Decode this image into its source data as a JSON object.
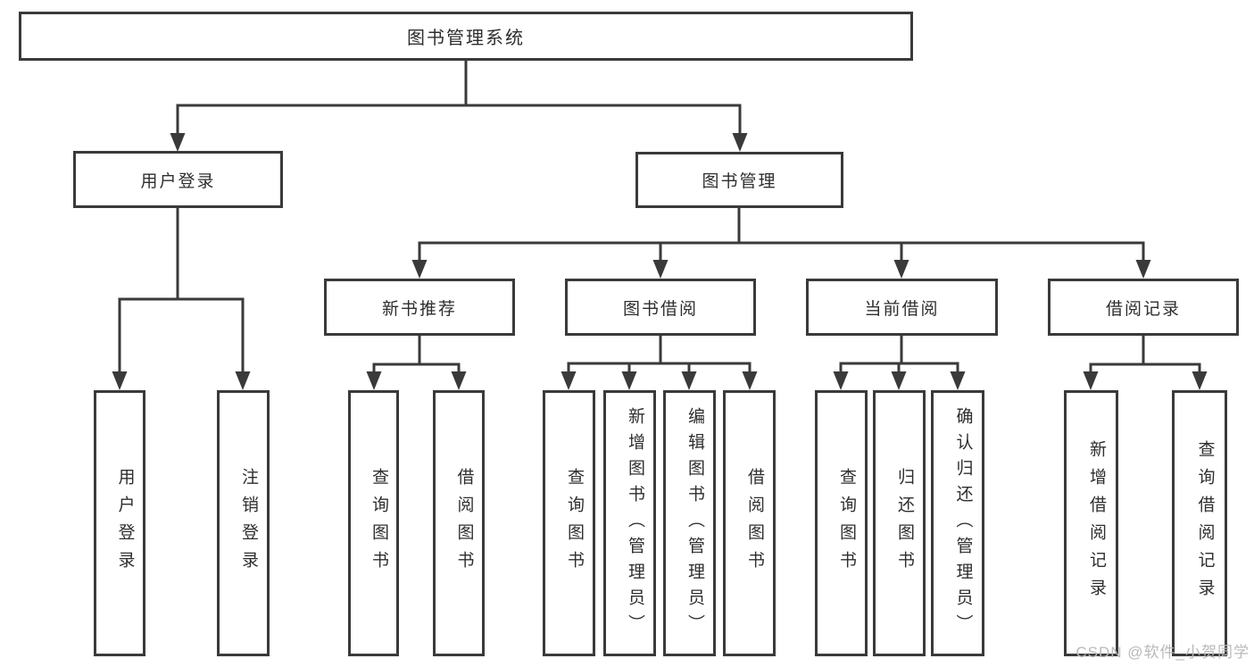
{
  "diagram": {
    "title": "图书管理系统",
    "branches": [
      {
        "label": "用户登录",
        "children": [
          "用户登录",
          "注销登录"
        ]
      },
      {
        "label": "图书管理",
        "sections": [
          {
            "label": "新书推荐",
            "children": [
              "查询图书",
              "借阅图书"
            ]
          },
          {
            "label": "图书借阅",
            "children": [
              "查询图书",
              "新增图书（管理员）",
              "编辑图书（管理员）",
              "借阅图书"
            ]
          },
          {
            "label": "当前借阅",
            "children": [
              "查询图书",
              "归还图书",
              "确认归还（管理员）"
            ]
          },
          {
            "label": "借阅记录",
            "children": [
              "新增借阅记录",
              "查询借阅记录"
            ]
          }
        ]
      }
    ]
  },
  "watermark": {
    "text": "CSDN @软件_小贺同学"
  },
  "colors": {
    "line": "#3a3a3a",
    "text": "#2e2e2e",
    "watermark": "#b9b9b9",
    "background": "#ffffff"
  }
}
